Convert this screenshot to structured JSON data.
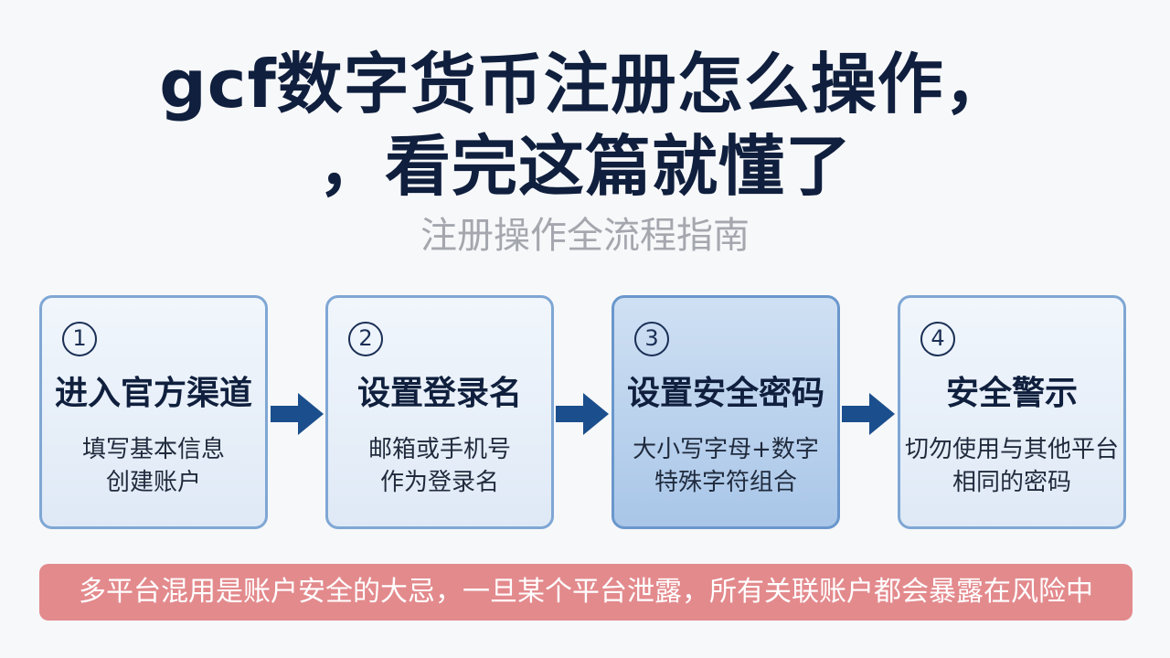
{
  "title": {
    "line1": "gcf数字货币注册怎么操作，",
    "line2": "，看完这篇就懂了"
  },
  "subtitle": "注册操作全流程指南",
  "steps": [
    {
      "number": "1",
      "heading": "进入官方渠道",
      "desc": [
        "填写基本信息",
        "创建账户"
      ]
    },
    {
      "number": "2",
      "heading": "设置登录名",
      "desc": [
        "邮箱或手机号",
        "作为登录名"
      ]
    },
    {
      "number": "3",
      "heading": "设置安全密码",
      "desc": [
        "大小写字母+数字",
        "特殊字符组合"
      ]
    },
    {
      "number": "4",
      "heading": "安全警示",
      "desc": [
        "切勿使用与其他平台",
        "相同的密码"
      ]
    }
  ],
  "warning": "多平台混用是账户安全的大忌，一旦某个平台泄露，所有关联账户都会暴露在风险中",
  "colors": {
    "title": "#0f1f3d",
    "subtitle": "#a4a7ad",
    "card_border": "#7fa7d4",
    "arrow": "#1b4e8c",
    "warning_bg": "#e38a8d"
  }
}
